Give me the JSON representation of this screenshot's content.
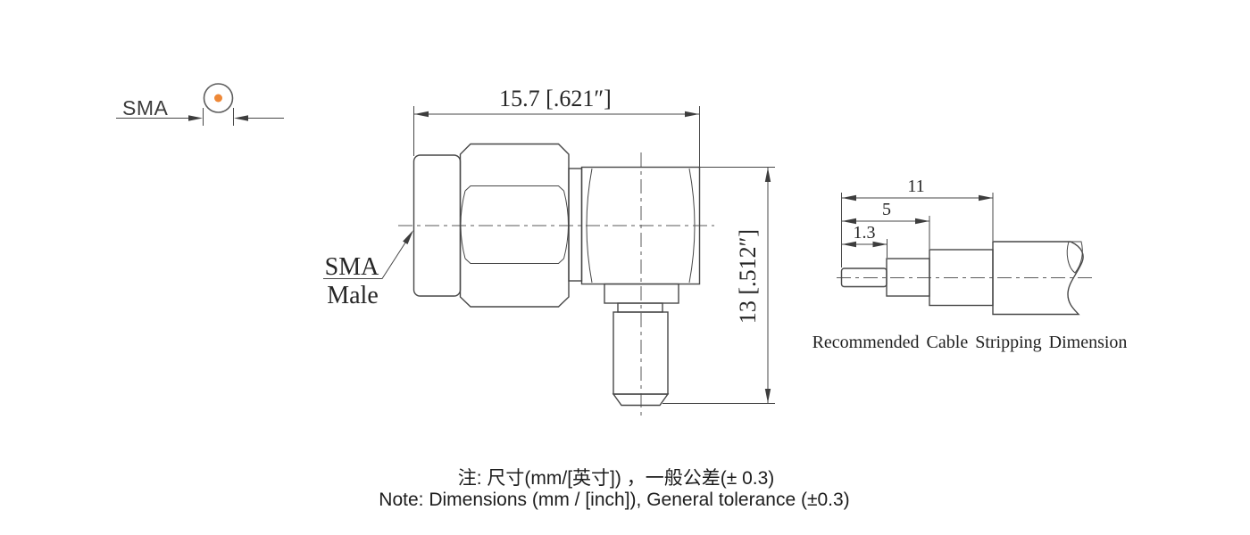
{
  "colors": {
    "line": "#474747",
    "text": "#262626",
    "accent_orange": "#ee8837",
    "label_gray": "#3c3c3c"
  },
  "interface_symbol": {
    "label": "SMA"
  },
  "main_view": {
    "leader_line1": "SMA",
    "leader_line2": "Male",
    "dim_width": "15.7 [.621″]",
    "dim_height": "13 [.512″]"
  },
  "stripping_view": {
    "caption": "Recommended Cable Stripping Dimension",
    "dim_overall": "11",
    "dim_to_dielectric": "5",
    "dim_to_conductor": "1.3"
  },
  "notes": {
    "line1": "注: 尺寸(mm/[英寸]) ，一般公差(± 0.3)",
    "line2": "Note: Dimensions (mm / [inch]), General tolerance (±0.3)"
  }
}
